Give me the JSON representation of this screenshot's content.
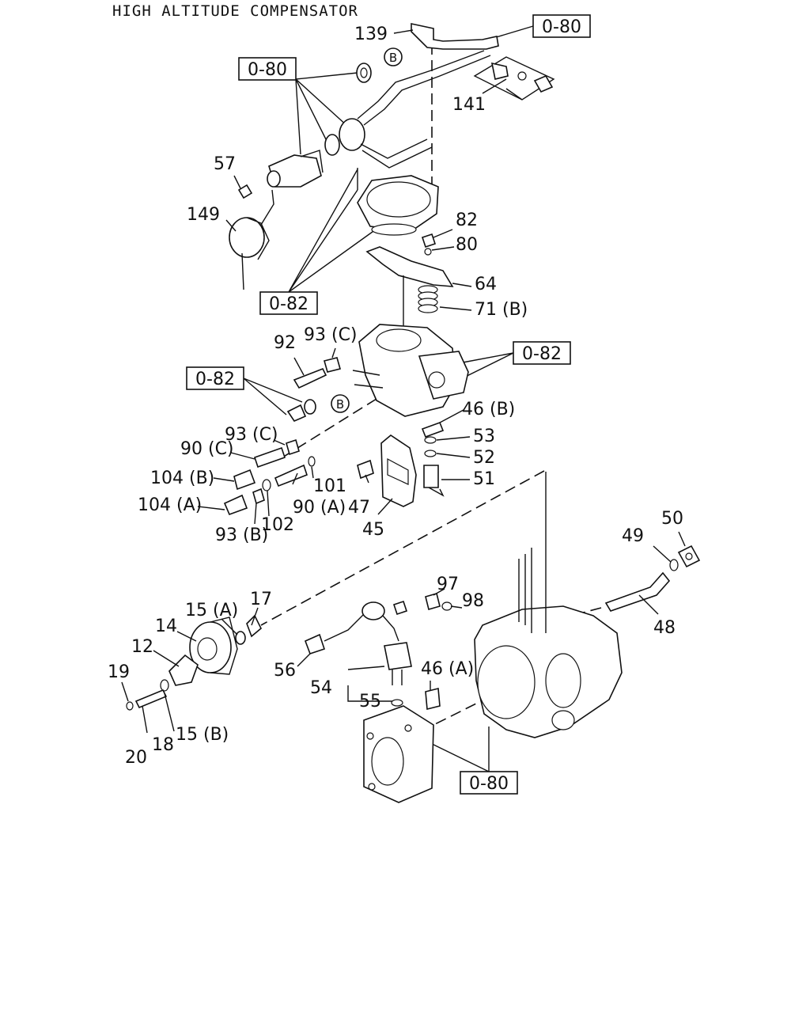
{
  "title": "HIGH ALTITUDE COMPENSATOR",
  "references": [
    "0-80",
    "0-80",
    "0-82",
    "0-82",
    "0-82",
    "0-80"
  ],
  "callouts_b": [
    "B",
    "B"
  ],
  "labels": [
    "139",
    "141",
    "57",
    "149",
    "82",
    "80",
    "64",
    "71 (B)",
    "92",
    "93 (C)",
    "46 (B)",
    "53",
    "52",
    "51",
    "93 (C)",
    "90 (C)",
    "104 (B)",
    "101",
    "104 (A)",
    "90 (A)",
    "93 (B)",
    "102",
    "47",
    "45",
    "50",
    "49",
    "48",
    "97",
    "98",
    "17",
    "15 (A)",
    "14",
    "12",
    "19",
    "20",
    "18",
    "15 (B)",
    "56",
    "54",
    "55",
    "46 (A)"
  ]
}
